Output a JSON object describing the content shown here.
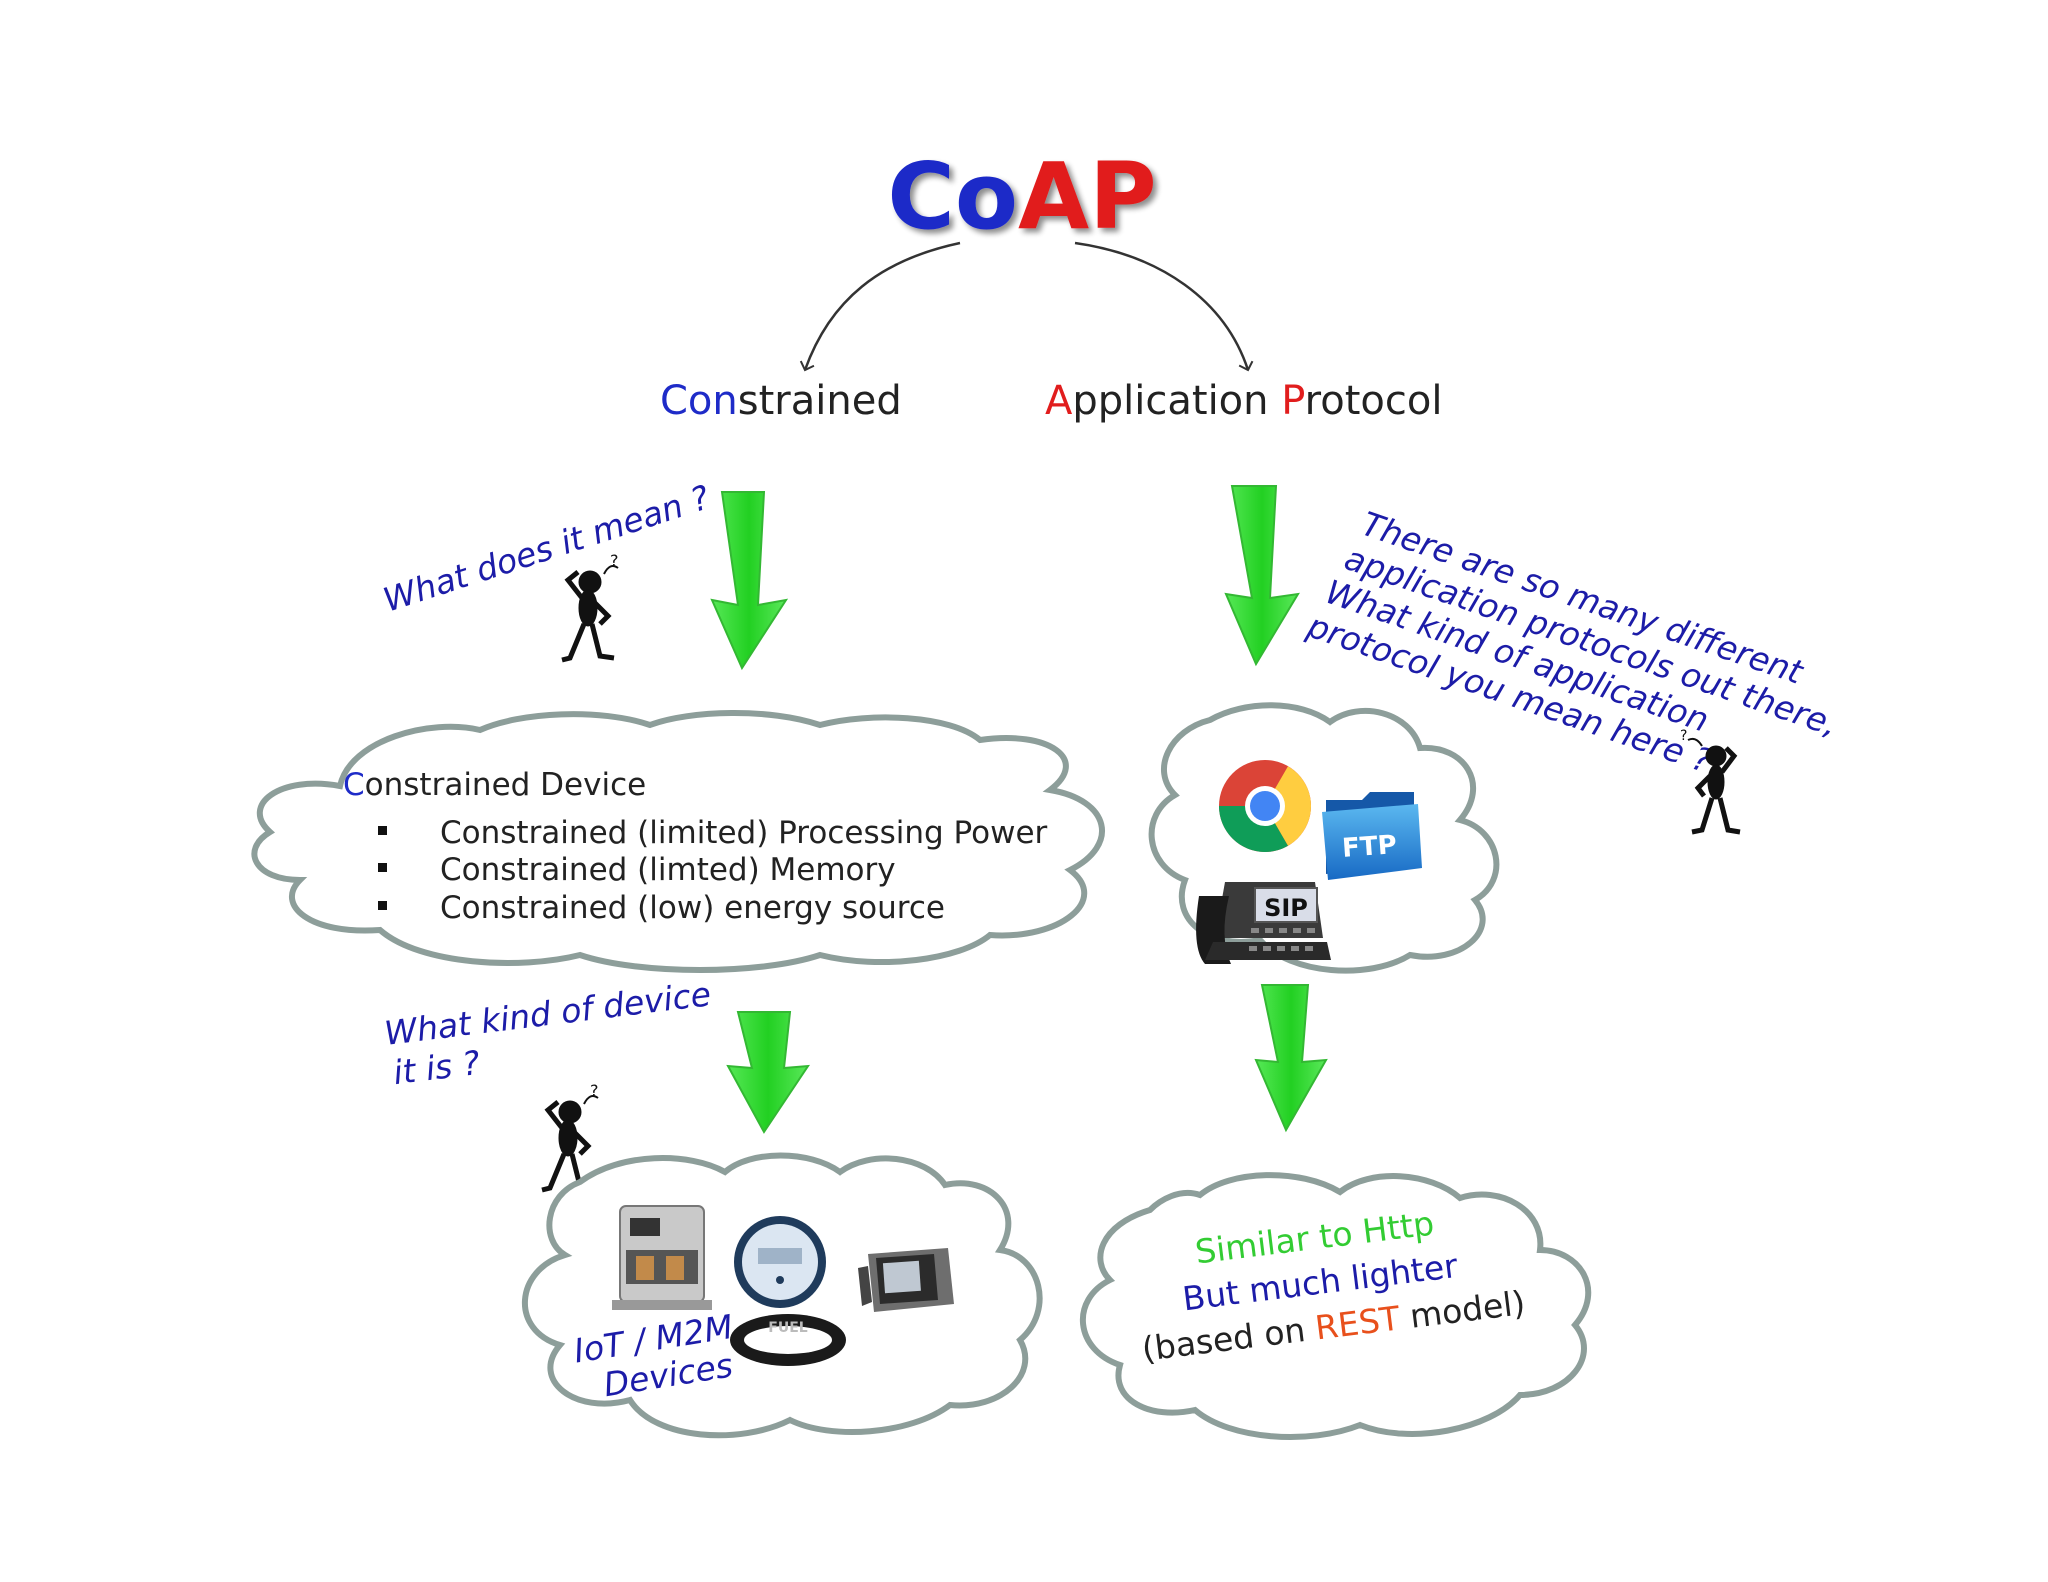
{
  "title": {
    "co": "Co",
    "ap": "AP"
  },
  "expansion": {
    "constrained": {
      "first": "Con",
      "rest": "strained"
    },
    "application": {
      "first": "A",
      "rest": "pplication "
    },
    "protocol": {
      "first": "P",
      "rest": "rotocol"
    }
  },
  "questions": {
    "what_mean": "What does it mean ?",
    "what_kind_line1": "What kind of device",
    "what_kind_line2": "it is ?",
    "protocols_line1": "There are so many different",
    "protocols_line2": "application protocols out there,",
    "protocols_line3": "What kind of application",
    "protocols_line4": "protocol you mean here ?"
  },
  "device_cloud": {
    "heading": {
      "first": "C",
      "rest": "onstrained Device"
    },
    "bullets": [
      "Constrained (limited) Processing Power",
      "Constrained (limted) Memory",
      "Constrained (low) energy source"
    ]
  },
  "iot_cloud": {
    "line1": "IoT / M2M",
    "line2": "Devices",
    "band_label": "FUEL"
  },
  "protocol_cloud": {
    "ftp_label": "FTP",
    "sip_label": "SIP"
  },
  "result_cloud": {
    "line1": "Similar to Http",
    "line2": "But much lighter",
    "line3_before": "(based on ",
    "line3_rest": "REST",
    "line3_after": " model)"
  },
  "colors": {
    "blue": "#1e2bc8",
    "red": "#e11d1d",
    "green": "#33cc33",
    "question_blue": "#1c1ca8",
    "rest_orange": "#e8501c",
    "cloud_stroke": "#8d9e9a"
  }
}
